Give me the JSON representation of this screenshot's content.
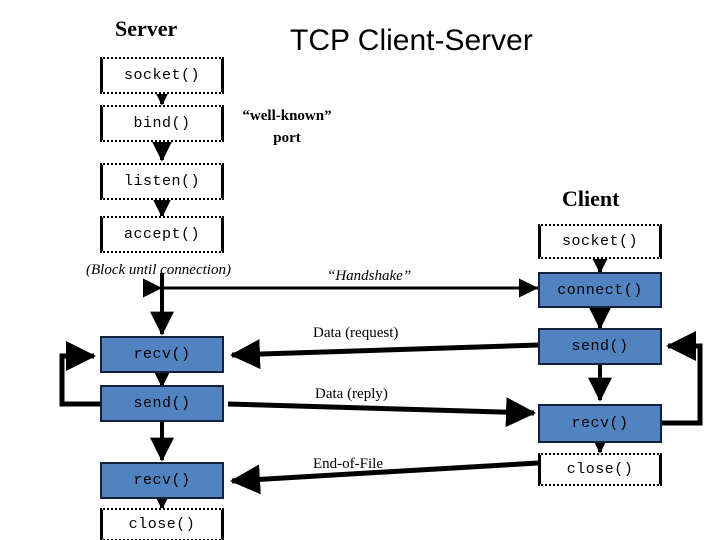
{
  "title": "TCP Client-Server",
  "columns": {
    "server": {
      "heading": "Server"
    },
    "client": {
      "heading": "Client"
    }
  },
  "server_nodes": [
    {
      "id": "server-socket",
      "label": "socket()",
      "style": "white"
    },
    {
      "id": "server-bind",
      "label": "bind()",
      "style": "white"
    },
    {
      "id": "server-listen",
      "label": "listen()",
      "style": "white"
    },
    {
      "id": "server-accept",
      "label": "accept()",
      "style": "white"
    },
    {
      "id": "server-recv-1",
      "label": "recv()",
      "style": "blue"
    },
    {
      "id": "server-send",
      "label": "send()",
      "style": "blue"
    },
    {
      "id": "server-recv-2",
      "label": "recv()",
      "style": "blue"
    },
    {
      "id": "server-close",
      "label": "close()",
      "style": "white"
    }
  ],
  "client_nodes": [
    {
      "id": "client-socket",
      "label": "socket()",
      "style": "white"
    },
    {
      "id": "client-connect",
      "label": "connect()",
      "style": "blue"
    },
    {
      "id": "client-send",
      "label": "send()",
      "style": "blue"
    },
    {
      "id": "client-recv",
      "label": "recv()",
      "style": "blue"
    },
    {
      "id": "client-close",
      "label": "close()",
      "style": "white"
    }
  ],
  "annotations": {
    "well_known_line1": "“well-known”",
    "well_known_line2": "port",
    "block_until": "(Block until connection)",
    "handshake": "“Handshake”",
    "data_request": "Data (request)",
    "data_reply": "Data (reply)",
    "end_of_file": "End-of-File"
  },
  "colors": {
    "box_fill_blue": "#5083bf",
    "box_fill_white": "#ffffff",
    "stroke": "#000000",
    "blue_border": "#14213d",
    "background": "#ffffff"
  }
}
